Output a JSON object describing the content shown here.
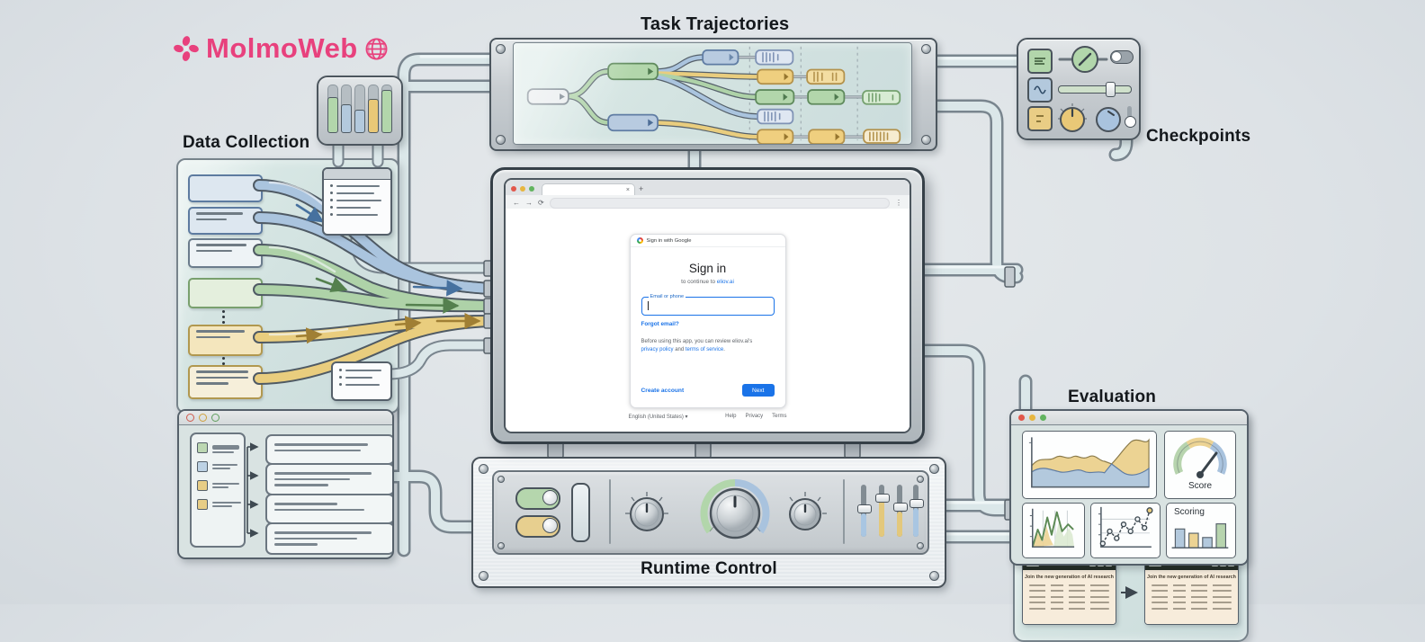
{
  "app": {
    "logo_text": "MolmoWeb"
  },
  "sections": {
    "task_trajectories": "Task Trajectories",
    "data_collection": "Data Collection",
    "checkpoints": "Checkpoints",
    "evaluation": "Evaluation",
    "runtime_control": "Runtime Control"
  },
  "icons": {
    "close": "×",
    "new_tab": "+",
    "back": "←",
    "forward": "→",
    "reload": "⟳",
    "menu": "⋮",
    "caret": "▾"
  },
  "browser": {
    "signin": {
      "titlebar": "Sign in with Google",
      "heading": "Sign in",
      "continue_prefix": "to continue to",
      "continue_link": "eliov.ai",
      "email_label": "Email or phone",
      "forgot_link": "Forgot email?",
      "review_line1": "Before using this app, you can review eliov.ai's",
      "review_link1": "privacy policy",
      "review_join": "and",
      "review_link2": "terms of service",
      "review_end": ".",
      "create_account": "Create account",
      "next_button": "Next",
      "language": "English (United States)",
      "footer_links": [
        "Help",
        "Privacy",
        "Terms"
      ]
    }
  },
  "checkpoints_panel": {
    "table_heading": "Join the new generation of AI research"
  },
  "evaluation_panel": {
    "score_label": "Score",
    "scoring_label": "Scoring"
  },
  "colors": {
    "brand_pink": "#e8417d",
    "google_blue": "#1a73e8",
    "pipe_blue": "#aac4de",
    "pipe_green": "#aed2a8",
    "pipe_yellow": "#e9cd7e"
  }
}
